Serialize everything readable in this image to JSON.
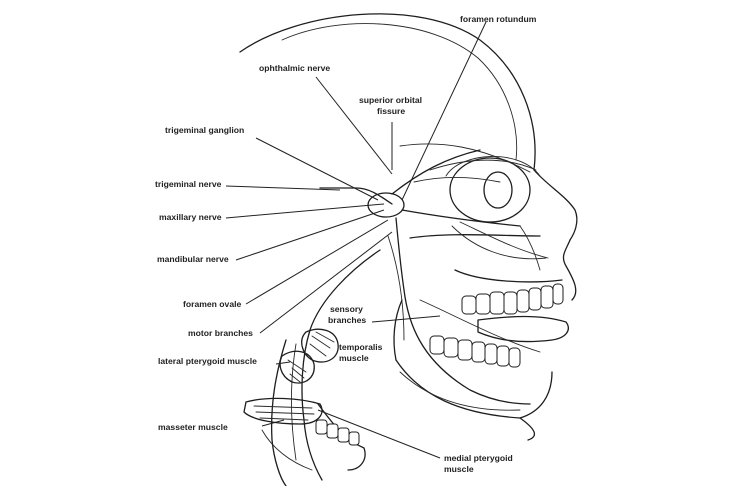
{
  "diagram": {
    "colors": {
      "line": "#1e1e1e",
      "label": "#222222",
      "background": "#ffffff"
    },
    "labels": {
      "foramen_rotundum": "foramen rotundum",
      "ophthalmic_nerve": "ophthalmic nerve",
      "superior_orbital_fissure_1": "superior orbital",
      "superior_orbital_fissure_2": "fissure",
      "trigeminal_ganglion": "trigeminal ganglion",
      "trigeminal_nerve": "trigeminal nerve",
      "maxillary_nerve": "maxillary nerve",
      "mandibular_nerve": "mandibular nerve",
      "foramen_ovale": "foramen ovale",
      "motor_branches": "motor branches",
      "sensory_branches_1": "sensory",
      "sensory_branches_2": "branches",
      "lateral_pterygoid_muscle": "lateral pterygoid muscle",
      "temporalis_muscle_1": "temporalis",
      "temporalis_muscle_2": "muscle",
      "masseter_muscle": "masseter muscle",
      "medial_pterygoid_muscle_1": "medial pterygoid",
      "medial_pterygoid_muscle_2": "muscle"
    }
  }
}
